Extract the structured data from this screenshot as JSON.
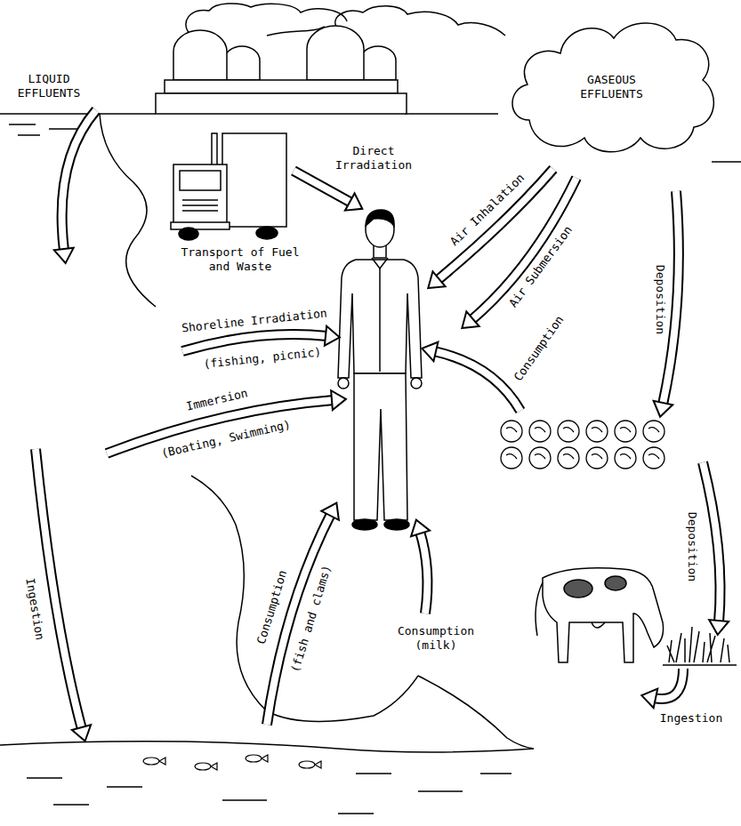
{
  "diagram": {
    "nodes": [
      {
        "text": [
          "GASEOUS EFFLUENTS"
        ]
      }
    ],
    "labels": [
      "LIQUID EFFLUENTS",
      "Direct Irradiation",
      "Transport of Fuel and Waste",
      "Air Inhalation",
      "Air Submersion",
      "Shoreline Irradiation",
      "(fishing, picnic)",
      "Consumption",
      "Deposition",
      "Immersion",
      "(Boating, Swimming)",
      "Deposition",
      "Ingestion",
      "Consumption",
      "(fish and clams)",
      "Consumption (milk)",
      "Ingestion"
    ]
  }
}
